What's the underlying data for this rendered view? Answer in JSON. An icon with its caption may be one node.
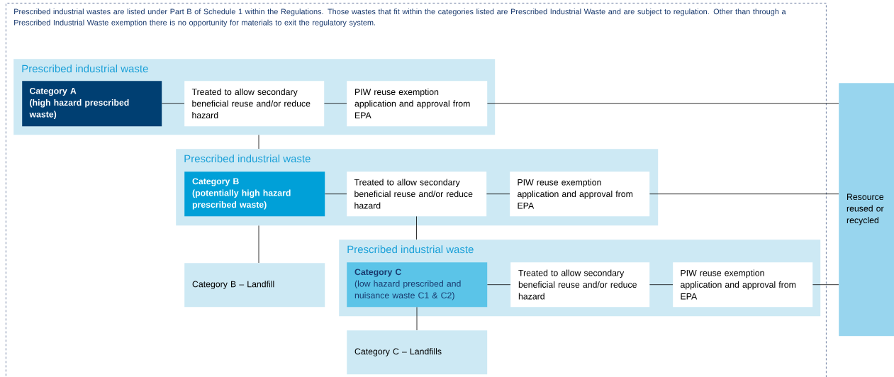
{
  "diagram": {
    "nodes": [
      {
        "text": [
          "Prescribed industrial wastes are listed under Part B of Schedule 1 within the Regulations.  Those wastes that fit within the categories listed are Prescribed Industrial Waste and are subject to regulation.  Other than through a Prescribed Industrial Waste exemption there is no opportunity for materials to exit the regulatory system."
        ]
      },
      {
        "text": [
          "Prescribed industrial waste"
        ],
        "in": 0
      },
      {
        "text": [
          "Category A",
          "(high hazard prescribed waste)"
        ],
        "in": 1
      },
      {
        "text": [
          "Treated to allow secondary beneficial reuse and/or reduce hazard"
        ],
        "in": 1
      },
      {
        "text": [
          "PIW reuse exemption application and approval from EPA"
        ],
        "in": 1
      },
      {
        "text": [
          "Prescribed industrial waste"
        ],
        "in": 0
      },
      {
        "text": [
          "Category B",
          "(potentially high hazard prescribed waste)"
        ],
        "in": 5
      },
      {
        "text": [
          "Treated to allow secondary beneficial reuse and/or reduce hazard"
        ],
        "in": 5
      },
      {
        "text": [
          "PIW reuse exemption application and approval from EPA"
        ],
        "in": 5
      },
      {
        "text": [
          "Category B – Landfill"
        ],
        "in": 0
      },
      {
        "text": [
          "Prescribed industrial waste"
        ],
        "in": 0
      },
      {
        "text": [
          "Category C",
          "(low hazard prescribed and nuisance waste C1 & C2)"
        ],
        "in": 10
      },
      {
        "text": [
          "Treated to allow secondary beneficial reuse and/or reduce hazard"
        ],
        "in": 10
      },
      {
        "text": [
          "PIW reuse exemption application and approval from EPA"
        ],
        "in": 10
      },
      {
        "text": [
          "Category C – Landfills"
        ],
        "in": 0
      },
      {
        "text": [
          "Resource reused or recycled"
        ]
      }
    ],
    "edges": [
      {
        "from": 2,
        "to": 3,
        "arrow": "none"
      },
      {
        "from": 3,
        "to": 4,
        "arrow": "none"
      },
      {
        "from": 4,
        "to": 15,
        "arrow": "none"
      },
      {
        "from": 1,
        "to": 5,
        "arrow": "none"
      },
      {
        "from": 6,
        "to": 7,
        "arrow": "none"
      },
      {
        "from": 7,
        "to": 8,
        "arrow": "none"
      },
      {
        "from": 8,
        "to": 15,
        "arrow": "none"
      },
      {
        "from": 5,
        "to": 9,
        "arrow": "none"
      },
      {
        "from": 7,
        "to": 10,
        "arrow": "none"
      },
      {
        "from": 11,
        "to": 12,
        "arrow": "none"
      },
      {
        "from": 12,
        "to": 13,
        "arrow": "none"
      },
      {
        "from": 13,
        "to": 15,
        "arrow": "none"
      },
      {
        "from": 11,
        "to": 14,
        "arrow": "none"
      }
    ]
  }
}
